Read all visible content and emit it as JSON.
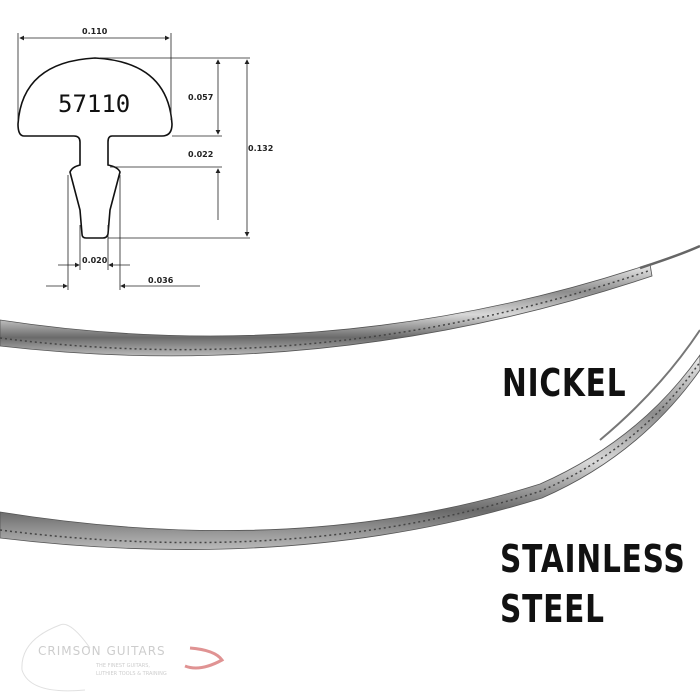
{
  "diagram": {
    "part_number": "57110",
    "dimensions": {
      "crown_width": "0.110",
      "crown_height": "0.057",
      "tang_gap": "0.022",
      "total_height": "0.132",
      "tang_width": "0.020",
      "barb_width": "0.036"
    }
  },
  "labels": {
    "nickel": "NICKEL",
    "stainless_line1": "STAINLESS",
    "stainless_line2": "STEEL"
  },
  "logo": {
    "name": "CRIMSON GUITARS",
    "tagline_line1": "THE FINEST GUITARS,",
    "tagline_line2": "LUTHIER TOOLS & TRAINING"
  },
  "colors": {
    "accent": "#c0504d",
    "metal": "#9a9a9a"
  }
}
